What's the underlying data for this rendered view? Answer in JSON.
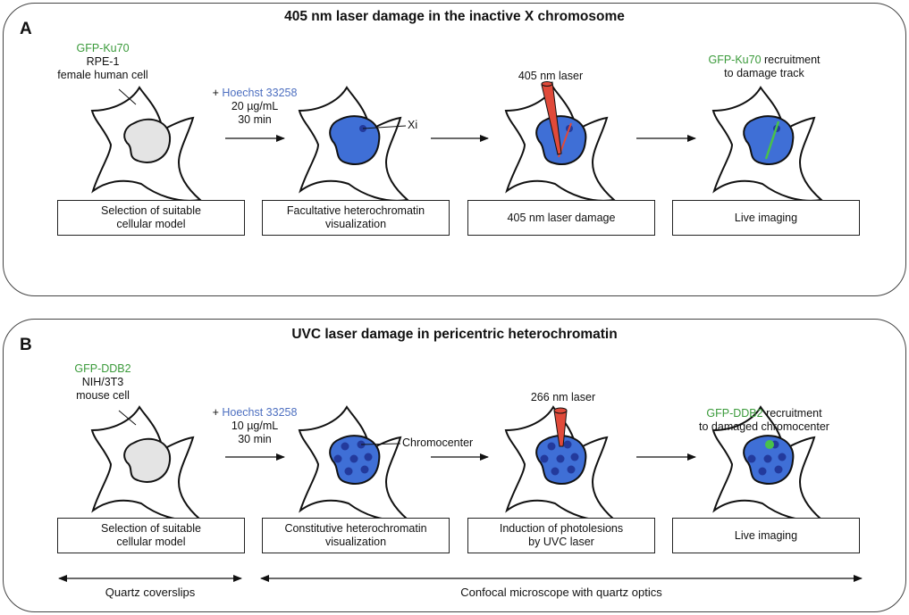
{
  "panel_a": {
    "letter": "A",
    "title": "405 nm laser damage in the inactive X chromosome",
    "cell_label_protein": "GFP-Ku70",
    "cell_label_line1": "RPE-1",
    "cell_label_line2": "female human cell",
    "treatment_plus": "+ ",
    "treatment_dye": "Hoechst 33258",
    "treatment_conc": "20 µg/mL",
    "treatment_time": "30 min",
    "xi_label": "Xi",
    "laser_label": "405 nm laser",
    "recruit_protein": "GFP-Ku70",
    "recruit_text": " recruitment",
    "recruit_line2": "to damage track",
    "steps": [
      {
        "line1": "Selection of suitable",
        "line2": "cellular model"
      },
      {
        "line1": "Facultative heterochromatin",
        "line2": "visualization"
      },
      {
        "line1": "405 nm laser damage",
        "line2": ""
      },
      {
        "line1": "Live imaging",
        "line2": ""
      }
    ]
  },
  "panel_b": {
    "letter": "B",
    "title": "UVC laser damage in pericentric heterochromatin",
    "cell_label_protein": "GFP-DDB2",
    "cell_label_line1": "NIH/3T3",
    "cell_label_line2": "mouse cell",
    "treatment_plus": "+ ",
    "treatment_dye": "Hoechst 33258",
    "treatment_conc": "10 µg/mL",
    "treatment_time": "30 min",
    "chromocenter_label": "Chromocenter",
    "laser_label": "266 nm laser",
    "recruit_protein": "GFP-DDB2",
    "recruit_text": " recruitment",
    "recruit_line2": "to damaged chromocenter",
    "steps": [
      {
        "line1": "Selection of suitable",
        "line2": "cellular model"
      },
      {
        "line1": "Constitutive heterochromatin",
        "line2": "visualization"
      },
      {
        "line1": "Induction of photolesions",
        "line2": "by UVC laser"
      },
      {
        "line1": "Live imaging",
        "line2": ""
      }
    ],
    "range_left": "Quartz coverslips",
    "range_right": "Confocal microscope with quartz optics"
  },
  "colors": {
    "gfp_green": "#3a9a3a",
    "hoechst_blue": "#4d6fc0",
    "nucleus_blue": "#3f6fd6",
    "chromocenter_navy": "#233a9c",
    "laser_red": "#e04a3a",
    "unstained_gray": "#e4e4e4"
  }
}
